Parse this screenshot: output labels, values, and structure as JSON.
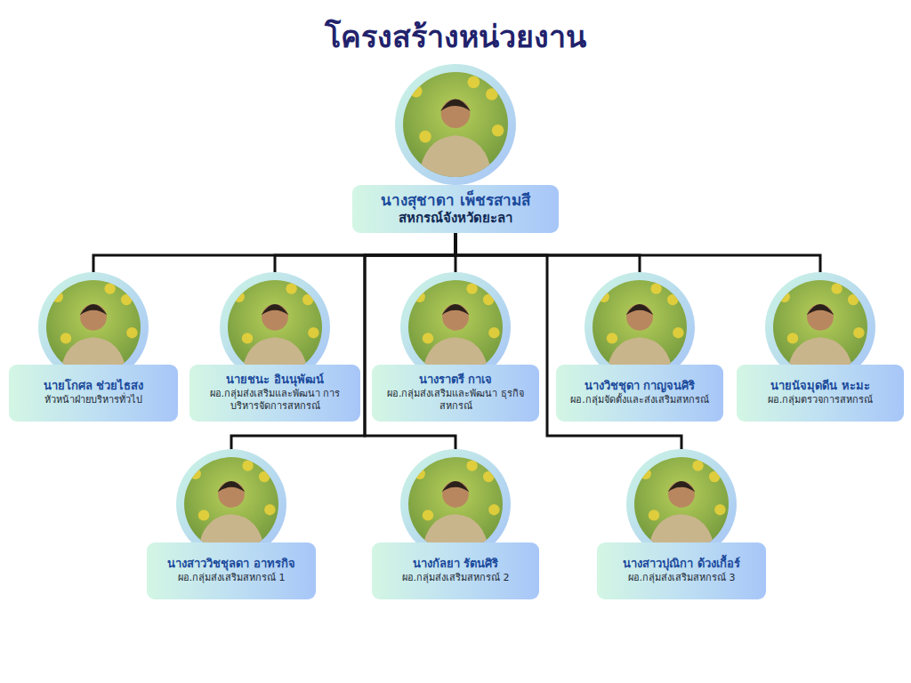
{
  "diagram": {
    "title": "โครงสร้างหน่วยงาน",
    "nodes": [
      {
        "text": [
          "นางสุชาดา เพ็ชรสามสี",
          "สหกรณ์จังหวัดยะลา"
        ]
      },
      {
        "text": [
          "นายโกศล ช่วยไธสง",
          "หัวหน้าฝ่ายบริหารทั่วไป"
        ]
      },
      {
        "text": [
          "นายชนะ อินนุพัฒน์",
          "ผอ.กลุ่มส่งเสริมและพัฒนา การบริหารจัดการสหกรณ์"
        ]
      },
      {
        "text": [
          "นางราตรี กาเจ",
          "ผอ.กลุ่มส่งเสริมและพัฒนา ธุรกิจสหกรณ์"
        ]
      },
      {
        "text": [
          "นางวิชชุดา กาญจนศิริ",
          "ผอ.กลุ่มจัดตั้งและส่งเสริมสหกรณ์"
        ]
      },
      {
        "text": [
          "นายนัจมุดดีน หะมะ",
          "ผอ.กลุ่มตรวจการสหกรณ์"
        ]
      },
      {
        "text": [
          "นางสาววิชชุลดา อาทรกิจ",
          "ผอ.กลุ่มส่งเสริมสหกรณ์ 1"
        ]
      },
      {
        "text": [
          "นางกัลยา รัตนศิริ",
          "ผอ.กลุ่มส่งเสริมสหกรณ์ 2"
        ]
      },
      {
        "text": [
          "นางสาวปุณิกา ด้วงเกื้อร์",
          "ผอ.กลุ่มส่งเสริมสหกรณ์ 3"
        ]
      }
    ],
    "edges": [
      {
        "from": 0,
        "to": 1,
        "arrow": "none"
      },
      {
        "from": 0,
        "to": 2,
        "arrow": "none"
      },
      {
        "from": 0,
        "to": 3,
        "arrow": "none"
      },
      {
        "from": 0,
        "to": 4,
        "arrow": "none"
      },
      {
        "from": 0,
        "to": 5,
        "arrow": "none"
      },
      {
        "from": 0,
        "to": 6,
        "arrow": "none"
      },
      {
        "from": 0,
        "to": 7,
        "arrow": "none"
      },
      {
        "from": 0,
        "to": 8,
        "arrow": "none"
      }
    ]
  }
}
